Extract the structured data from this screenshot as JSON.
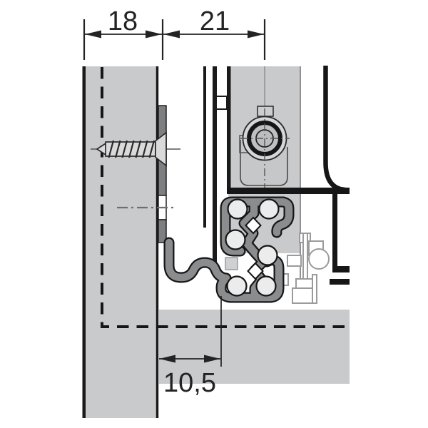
{
  "figure": {
    "kind": "technical cross-section of undermount drawer slide",
    "dimensions": {
      "top_left": "18",
      "top_right": "21",
      "bottom": "10,5"
    }
  },
  "colors": {
    "panel_gray": "#c9cacc",
    "bracket_gray": "#7d7f81",
    "profile_tube_gray": "#8a8c8e",
    "ball_fill": "#ececec",
    "outline_black": "#1a1a1a",
    "dim_text": "#232323"
  }
}
